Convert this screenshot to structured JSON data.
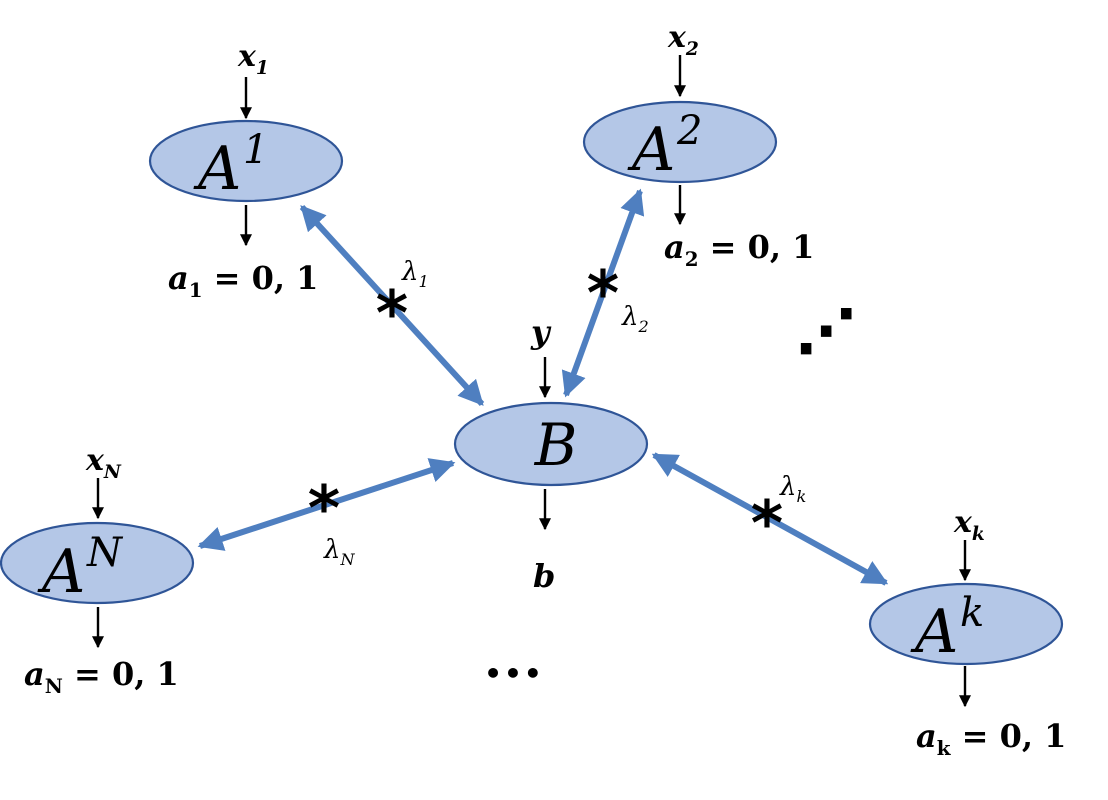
{
  "nodes": {
    "B": {
      "label": "B",
      "sup": ""
    },
    "A1": {
      "label": "A",
      "sup": "1"
    },
    "A2": {
      "label": "A",
      "sup": "2"
    },
    "AN": {
      "label": "A",
      "sup": "N"
    },
    "Ak": {
      "label": "A",
      "sup": "k"
    }
  },
  "inputs": {
    "B": {
      "sym": "y",
      "sub": ""
    },
    "A1": {
      "sym": "x",
      "sub": "1"
    },
    "A2": {
      "sym": "x",
      "sub": "2"
    },
    "AN": {
      "sym": "x",
      "sub": "N"
    },
    "Ak": {
      "sym": "x",
      "sub": "k"
    }
  },
  "outputs": {
    "B": {
      "sym": "b",
      "sub": "",
      "value": ""
    },
    "A1": {
      "sym": "a",
      "sub": "1",
      "value": " = 0, 1"
    },
    "A2": {
      "sym": "a",
      "sub": "2",
      "value": " = 0, 1"
    },
    "AN": {
      "sym": "a",
      "sub": "N",
      "value": " = 0, 1"
    },
    "Ak": {
      "sym": "a",
      "sub": "k",
      "value": " = 0, 1"
    }
  },
  "links": {
    "A1": {
      "sym": "λ",
      "sub": "1",
      "marker": "*"
    },
    "A2": {
      "sym": "λ",
      "sub": "2",
      "marker": "*"
    },
    "AN": {
      "sym": "λ",
      "sub": "N",
      "marker": "*"
    },
    "Ak": {
      "sym": "λ",
      "sub": "k",
      "marker": "*"
    }
  },
  "ellipsis": {
    "right": "⋰",
    "bottom": "•••"
  },
  "colors": {
    "node_fill": "#b4c7e7",
    "node_stroke": "#2f5597",
    "link": "#4f7fc0"
  }
}
